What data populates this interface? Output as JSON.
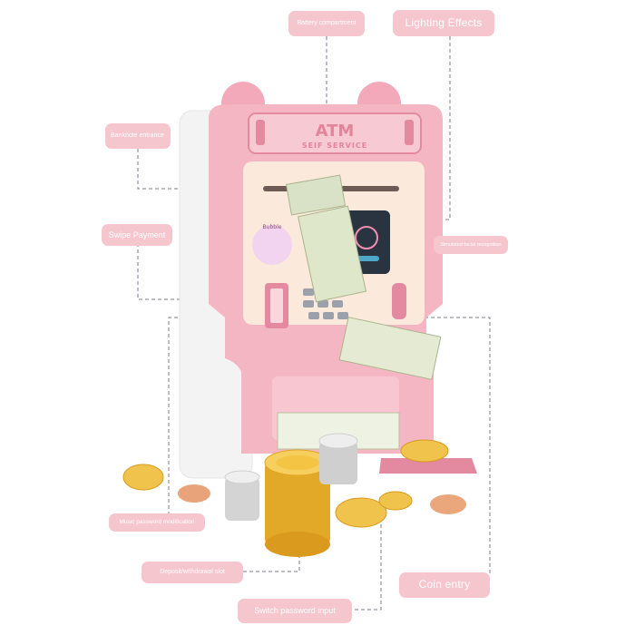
{
  "labels": {
    "battery": "Battery compartment",
    "lighting": "Lighting Effects",
    "banknote": "Banknote entrance",
    "swipe": "Swipe Payment",
    "facial": "Simulated facial recognition",
    "music": "Music password modification",
    "deposit": "Deposit/withdrawal slot",
    "switch_pw": "Switch password input",
    "coin": "Coin entry"
  },
  "machine": {
    "title": "ATM",
    "subtitle": "SEIF SERVICE",
    "bubble": "Bubble"
  },
  "colors": {
    "label_bg": "#f6c6cf",
    "body_pink": "#f4b6c3",
    "panel_cream": "#fbe9dc",
    "accent_pink": "#e48aa0",
    "gold": "#e9b940",
    "silver": "#dcdcdc",
    "dash": "#7a7a8a"
  }
}
